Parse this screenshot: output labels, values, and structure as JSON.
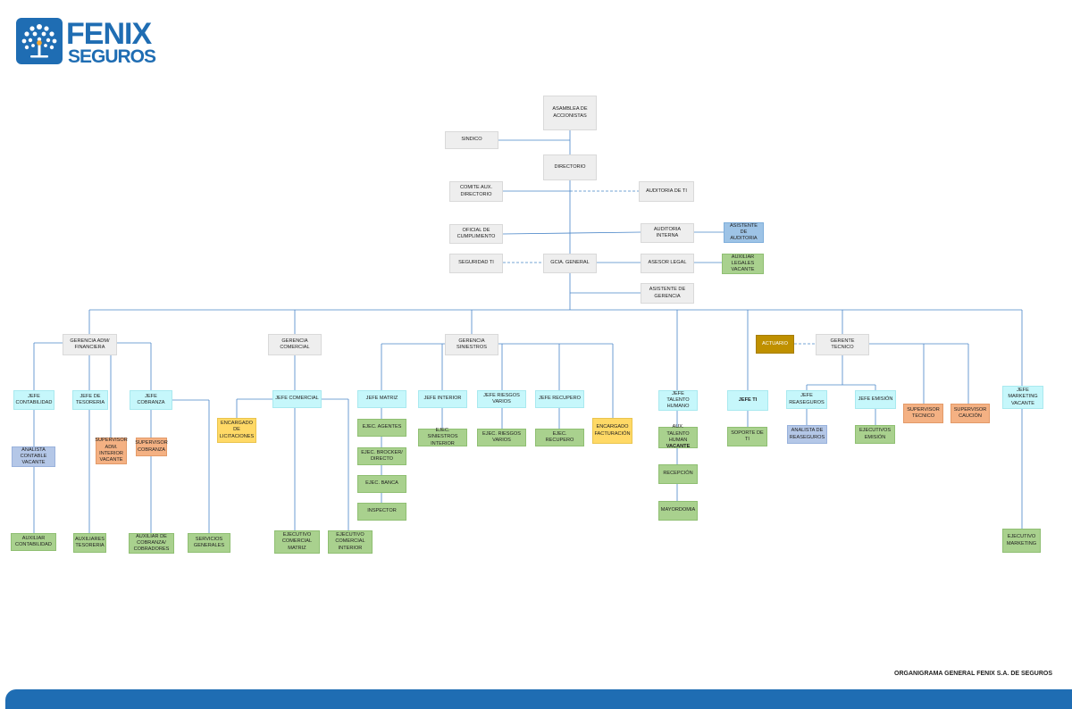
{
  "brand": {
    "name_line1": "FENIX",
    "name_line2": "SEGUROS",
    "color": "#1f6db3"
  },
  "caption": "ORGANIGRAMA GENERAL FENIX S.A. DE SEGUROS",
  "colors": {
    "line": "#4a86c8",
    "gray": "#eeeeee",
    "cyan": "#c6f7fb",
    "green": "#a9d18e",
    "orange": "#f4b183",
    "yellow": "#ffd966",
    "blue": "#9dc3e6",
    "lavender": "#b4c7e7",
    "gold": "#bf9000"
  },
  "nodes": {
    "asamblea": "ASAMBLEA DE\nACCIONISTAS",
    "sindico": "SINDICO",
    "directorio": "DIRECTORIO",
    "comite_aux": "COMITE AUX.\nDIRECTORIO",
    "auditoria_ti": "AUDITORIA DE TI",
    "oficial_cumplimiento": "OFICIAL DE\nCUMPLIMIENTO",
    "auditoria_interna": "AUDITORIA INTERNA",
    "asistente_auditoria": "ASISTENTE DE\nAUDITORIA",
    "seguridad_ti": "SEGURIDAD TI",
    "gcia_general": "GCIA. GENERAL",
    "asesor_legal": "ASESOR LEGAL",
    "auxiliar_legales": "AUXILIAR\nLEGALES\nVACANTE",
    "asistente_gerencia": "ASISTENTE DE\nGERENCIA",
    "gerencia_adm": "GERENCIA ADM/\nFINANCIERA",
    "gerencia_comercial": "GERENCIA\nCOMERCIAL",
    "gerencia_siniestros": "GERENCIA\nSINIESTROS",
    "actuario": "ACTUARIO",
    "gerente_tecnico": "GERENTE\nTECNICO",
    "jefe_contabilidad": "JEFE\nCONTABILIDAD",
    "jefe_tesoreria": "JEFE DE\nTESORERIA",
    "jefe_cobranza": "JEFE COBRANZA",
    "analista_contable": "ANALISTA\nCONTABLE\nVACANTE",
    "supervisor_adm": "SUPERVISOR\nADM.\nINTERIOR\nVACANTE",
    "supervisor_cobranza": "SUPERVISOR\nCOBRANZA",
    "auxiliar_contabilidad": "AUXILIAR\nCONTABILIDAD",
    "auxiliares_tesoreria": "AUXILIARES\nTESORERIA",
    "auxiliar_cobranza": "AUXILIAR DE\nCOBRANZA/\nCOBRADORES",
    "servicios_generales": "SERVICIOS\nGENERALES",
    "jefe_comercial": "JEFE COMERCIAL",
    "encargado_licitaciones": "ENCARGADO\nDE\nLICITACIONES",
    "ejecutivo_matriz": "EJECUTIVO\nCOMERCIAL\nMATRIZ",
    "ejecutivo_interior": "EJECUTIVO\nCOMERCIAL\nINTERIOR",
    "jefe_matriz": "JEFE MATRIZ",
    "ejec_agentes": "EJEC. AGENTES",
    "ejec_brocker": "EJEC. BROCKER/\nDIRECTO",
    "ejec_banca": "EJEC. BANCA",
    "inspector": "INSPECTOR",
    "jefe_interior": "JEFE INTERIOR",
    "jefe_riesgos": "JEFE RIESGOS\nVARIOS",
    "jefe_recupero": "JEFE RECUPERO",
    "ejec_siniestros_interior": "EJEC. SINIESTROS\nINTERIOR",
    "ejec_riesgos": "EJEC. RIESGOS\nVARIOS",
    "ejec_recupero": "EJEC. RECUPERO",
    "encargado_facturacion": "ENCARGADO\nFACTURACIÓN",
    "jefe_talento": "JEFE TALENTO\nHUMANO",
    "aux_talento": "AUX. TALENTO\nHUMAN",
    "aux_talento_vacante": "VACANTE",
    "recepcion": "RECEPCIÓN",
    "mayordomia": "MAYORDOMIA",
    "jefe_ti": "JEFE TI",
    "soporte_ti": "SOPORTE DE TI",
    "jefe_reaseguros": "JEFE\nREASEGUROS",
    "analista_reaseguros": "ANALISTA DE\nREASEGUROS",
    "jefe_emision": "JEFE EMISIÓN",
    "ejecutivos_emision": "EJECUTIVOS\nEMISIÓN",
    "supervisor_tecnico": "SUPERVISOR\nTECNICO",
    "supervisor_caucion": "SUPERVISOR\nCAUCIÓN",
    "jefe_marketing": "JEFE\nMARKETING\nVACANTE",
    "ejecutivo_marketing": "EJECUTIVO\nMARKETING"
  }
}
